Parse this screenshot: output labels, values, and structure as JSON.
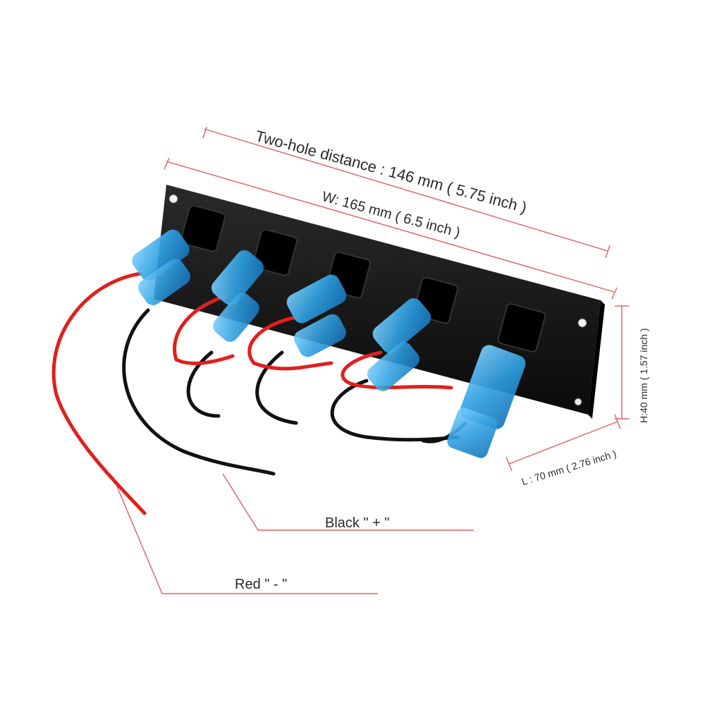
{
  "image": {
    "subject": "switch-panel-with-wiring",
    "switch_count": 5,
    "colors": {
      "panel": "#111111",
      "switch_boot": "#2e9fe0",
      "red_wire": "#e0201c",
      "black_wire": "#111111",
      "dimension_line": "#e06060"
    }
  },
  "dimensions": {
    "two_hole": "Two-hole distance :  146 mm  (   5.75  inch )",
    "width": "W: 165 mm ( 6.5 inch )",
    "height": "H:40 mm ( 1.57 inch )",
    "length": "L : 70 mm ( 2.76 inch )"
  },
  "wire_labels": {
    "black": "Black    \" + \"",
    "red": "Red    \" - \""
  }
}
